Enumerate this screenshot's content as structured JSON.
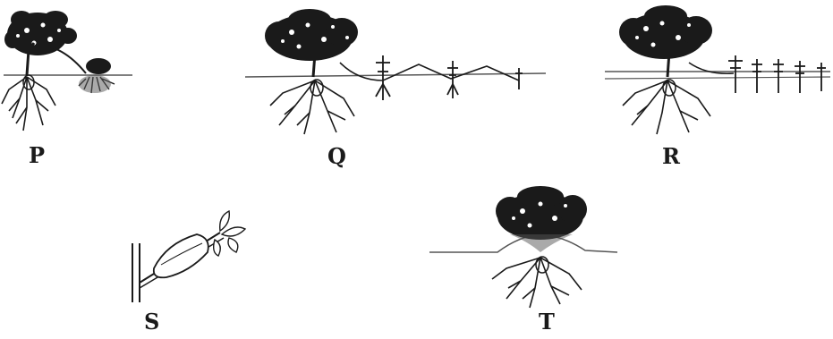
{
  "figure": {
    "panels": [
      {
        "id": "P",
        "label": "P",
        "description_name": "layering"
      },
      {
        "id": "Q",
        "label": "Q",
        "description_name": "runner"
      },
      {
        "id": "R",
        "label": "R",
        "description_name": "sucker"
      },
      {
        "id": "S",
        "label": "S",
        "description_name": "air-layering"
      },
      {
        "id": "T",
        "label": "T",
        "description_name": "mound-layering"
      }
    ]
  },
  "colors": {
    "ink": "#1a1a1a",
    "ground": "#555555"
  }
}
